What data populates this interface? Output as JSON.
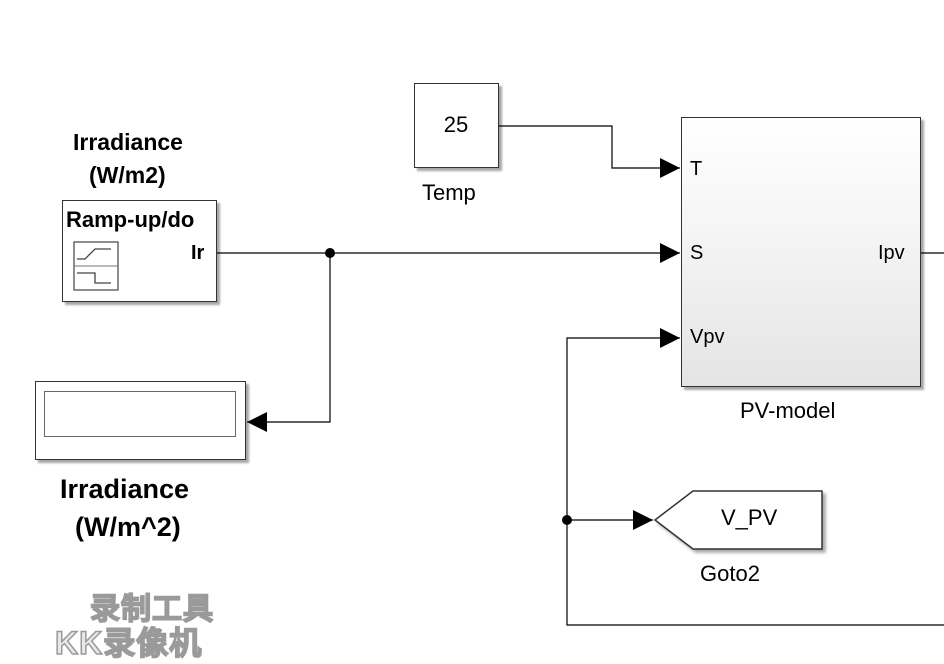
{
  "blocks": {
    "temp_const": {
      "value": "25",
      "label": "Temp"
    },
    "irradiance_src": {
      "title_line1": "Irradiance",
      "title_line2": "(W/m2)",
      "name": "Ramp-up/do",
      "port_out": "Ir"
    },
    "display": {
      "label_line1": "Irradiance",
      "label_line2": "(W/m^2)"
    },
    "pv_model": {
      "label": "PV-model",
      "port_T": "T",
      "port_S": "S",
      "port_Vpv": "Vpv",
      "port_Ipv": "Ipv"
    },
    "goto": {
      "tag": "V_PV",
      "label": "Goto2"
    }
  },
  "watermark": {
    "line1": "录制工具",
    "line2": "KK录像机"
  },
  "colors": {
    "wire": "#000000",
    "block_border": "#333333",
    "pv_gradient_top": "#ffffff",
    "pv_gradient_bottom": "#e4e4e4"
  }
}
